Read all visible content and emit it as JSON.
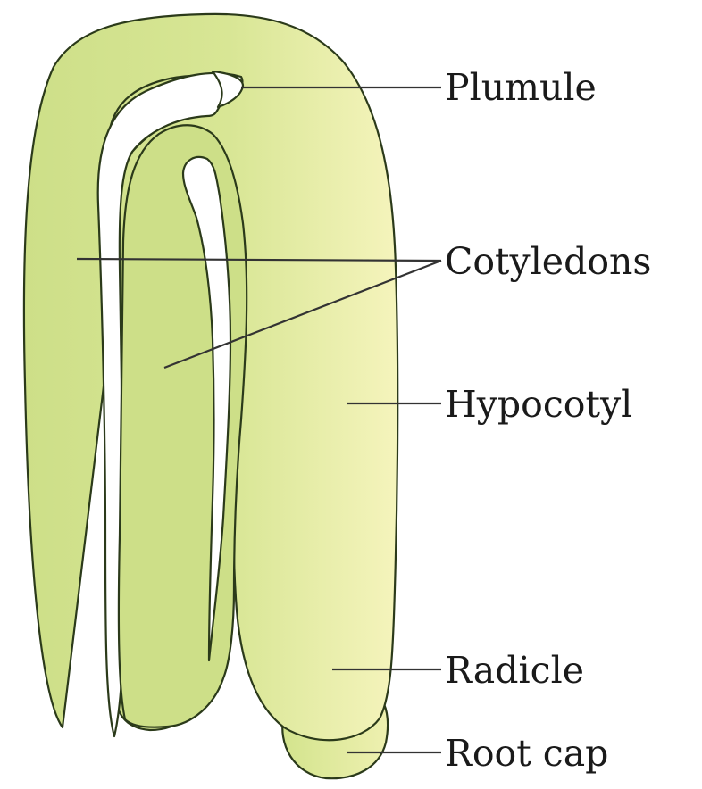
{
  "labels": {
    "plumule": "Plumule",
    "cotyledons": "Cotyledons",
    "hypocotyl": "Hypocotyl",
    "radicle": "Radicle",
    "root_cap": "Root cap"
  },
  "colors": {
    "seed_green": "#cfe08a",
    "seed_pale": "#f4f4b8",
    "outline": "#2b3a1a",
    "background": "#ffffff"
  }
}
